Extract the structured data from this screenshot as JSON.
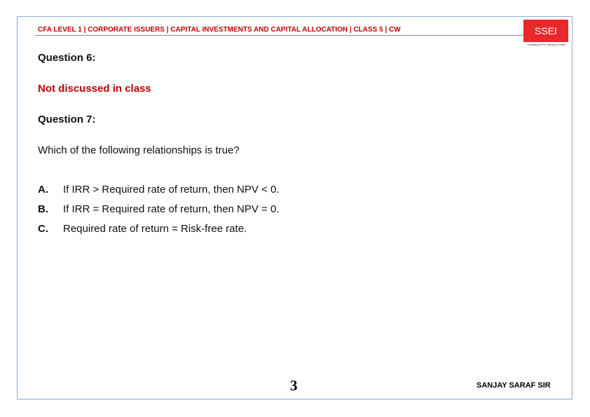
{
  "header": {
    "title": "CFA LEVEL 1 | CORPORATE ISSUERS | CAPITAL INVESTMENTS AND CAPITAL ALLOCATION | CLASS 5 | CW",
    "logo_text": "SSEI",
    "logo_tagline": "A leading CFA Training Center"
  },
  "content": {
    "q6": "Question 6:",
    "q6_note": "Not discussed in class",
    "q7": "Question 7:",
    "q7_text": "Which of the following relationships is true?",
    "options": [
      {
        "letter": "A.",
        "text": "If IRR > Required rate of return, then NPV < 0."
      },
      {
        "letter": "B.",
        "text": "If IRR = Required rate of return, then NPV = 0."
      },
      {
        "letter": "C.",
        "text": "Required rate of return = Risk-free rate."
      }
    ]
  },
  "footer": {
    "page": "3",
    "author": "SANJAY SARAF SIR"
  }
}
